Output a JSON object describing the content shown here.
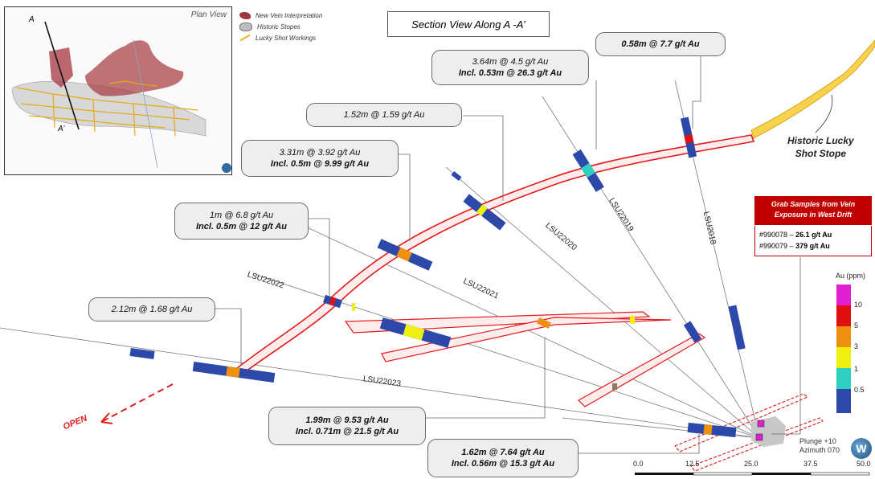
{
  "section_title": "Section View Along A -A’",
  "plan_view": {
    "title": "Plan View",
    "label_a": "A",
    "label_a_prime": "A’"
  },
  "legend": [
    {
      "label": "New Vein Interpretation",
      "color": "#a4373d"
    },
    {
      "label": "Historic Stopes",
      "color": "#bdbdbd"
    },
    {
      "label": "Lucky Shot Workings",
      "color": "#f2b21c"
    }
  ],
  "callouts": {
    "c1": {
      "line1": "0.58m @ 7.7 g/t Au",
      "line2": ""
    },
    "c2": {
      "line1": "3.64m @ 4.5 g/t Au",
      "line2": "Incl. 0.53m @ 26.3 g/t Au"
    },
    "c3": {
      "line1": "1.52m @ 1.59 g/t Au",
      "line2": ""
    },
    "c4": {
      "line1": "3.31m @ 3.92 g/t Au",
      "line2": "Incl. 0.5m @ 9.99 g/t Au"
    },
    "c5": {
      "line1": "1m @ 6.8 g/t Au",
      "line2": "Incl. 0.5m @ 12 g/t Au"
    },
    "c6": {
      "line1": "2.12m @ 1.68 g/t Au",
      "line2": ""
    },
    "c7": {
      "line1": "1.99m @ 9.53 g/t Au",
      "line2": "Incl. 0.71m @ 21.5 g/t Au"
    },
    "c8": {
      "line1": "1.62m @ 7.64 g/t Au",
      "line2": "Incl. 0.56m @ 15.3 g/t Au"
    }
  },
  "drill_holes": {
    "h18": "LSU2018",
    "h19": "LSU22019",
    "h20": "LSU22020",
    "h21": "LSU22021",
    "h22": "LSU22022",
    "h23": "LSU22023"
  },
  "historic_stope_label": {
    "line1": "Historic Lucky",
    "line2": "Shot Stope"
  },
  "grab_samples": {
    "title_line1": "Grab Samples from Vein",
    "title_line2": "Exposure in West Drift",
    "s1_id": "#990078 –",
    "s1_val": "26.1 g/t Au",
    "s2_id": "#990079 –",
    "s2_val": "379 g/t Au"
  },
  "au_scale": {
    "title": "Au (ppm)",
    "ticks": [
      "10",
      "5",
      "3",
      "1",
      "0.5"
    ],
    "colors": [
      "#e020d0",
      "#e01010",
      "#f09010",
      "#f0f010",
      "#30d0c0",
      "#2c48a8"
    ]
  },
  "open_label": "OPEN",
  "plunge": {
    "line1": "Plunge +10",
    "line2": "Azimuth 070"
  },
  "scale_bar": [
    "0.0",
    "12.5",
    "25.0",
    "37.5",
    "50.0"
  ],
  "logo_letter": "W"
}
